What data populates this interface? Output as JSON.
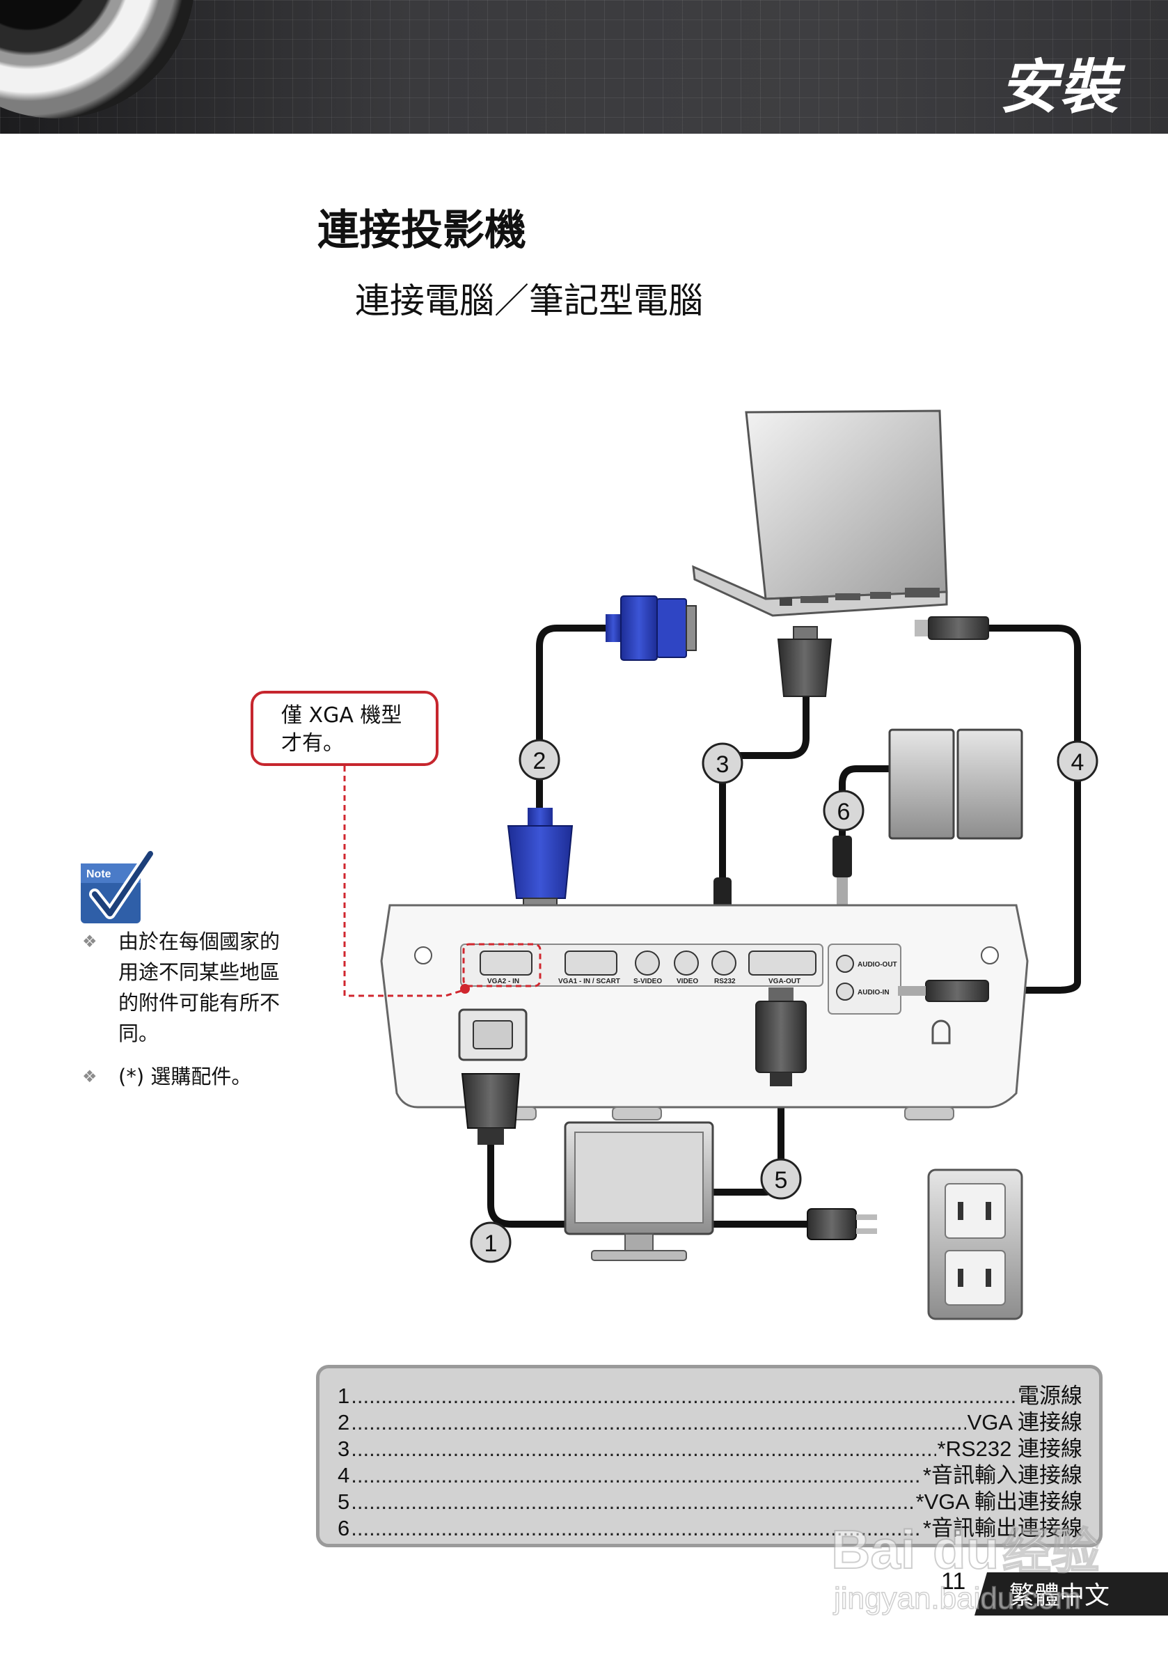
{
  "header": {
    "title": "安裝"
  },
  "page": {
    "title": "連接投影機",
    "subtitle": "連接電腦／筆記型電腦"
  },
  "callout": {
    "line1": "僅 XGA 機型",
    "line2": "才有。"
  },
  "note_icon": {
    "label": "Note",
    "icon": "checkmark-note-icon"
  },
  "notes": [
    {
      "text": "由於在每個國家的用途不同某些地區的附件可能有所不同。"
    },
    {
      "text": "(*) 選購配件。"
    }
  ],
  "diagram": {
    "cable_numbers": [
      "1",
      "2",
      "3",
      "4",
      "5",
      "6"
    ],
    "port_labels": [
      "VGA2 - IN",
      "VGA1 - IN / SCART",
      "S-VIDEO",
      "VIDEO",
      "RS232",
      "VGA-OUT",
      "AUDIO-OUT",
      "AUDIO-IN"
    ]
  },
  "legend": [
    {
      "num": "1",
      "label": "電源線"
    },
    {
      "num": "2",
      "label": "VGA 連接線"
    },
    {
      "num": "3",
      "label": "*RS232 連接線"
    },
    {
      "num": "4",
      "label": "*音訊輸入連接線"
    },
    {
      "num": "5",
      "label": "*VGA 輸出連接線"
    },
    {
      "num": "6",
      "label": "*音訊輸出連接線"
    }
  ],
  "footer": {
    "page_number": "11",
    "language": "繁體中文"
  },
  "watermark": {
    "brand": "Bai",
    "brand_suffix": "du",
    "brand_cn": "经验",
    "url": "jingyan.baidu.com"
  },
  "colors": {
    "header_bg": "#2f2f31",
    "callout_border": "#c6262e",
    "vga_blue": "#2b3fb5",
    "legend_bg": "#d2d2d2",
    "footer_bg": "#1f1f1f",
    "arrow_cyan": "#2aa6e0"
  }
}
